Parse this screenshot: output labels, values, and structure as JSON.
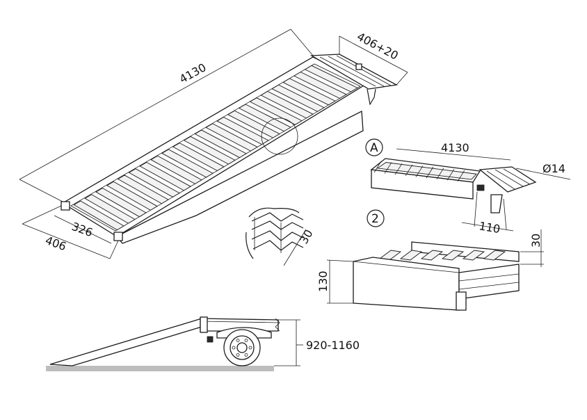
{
  "dimensions": {
    "main_length": "4130",
    "main_width_top": "406+20",
    "inner_width": "326",
    "outer_width": "406",
    "detail_a_length": "4130",
    "pin_diameter": "Ø14",
    "hook_length": "110",
    "profile_height": "30",
    "section_height_small": "30",
    "section_height": "130",
    "loading_height": "920-1160"
  },
  "labels": {
    "detail_a": "A",
    "detail_2": "2"
  },
  "colors": {
    "line": "#1a1a1a",
    "ground": "#bdbdbd",
    "slat_fill": "#f2f2f2"
  }
}
